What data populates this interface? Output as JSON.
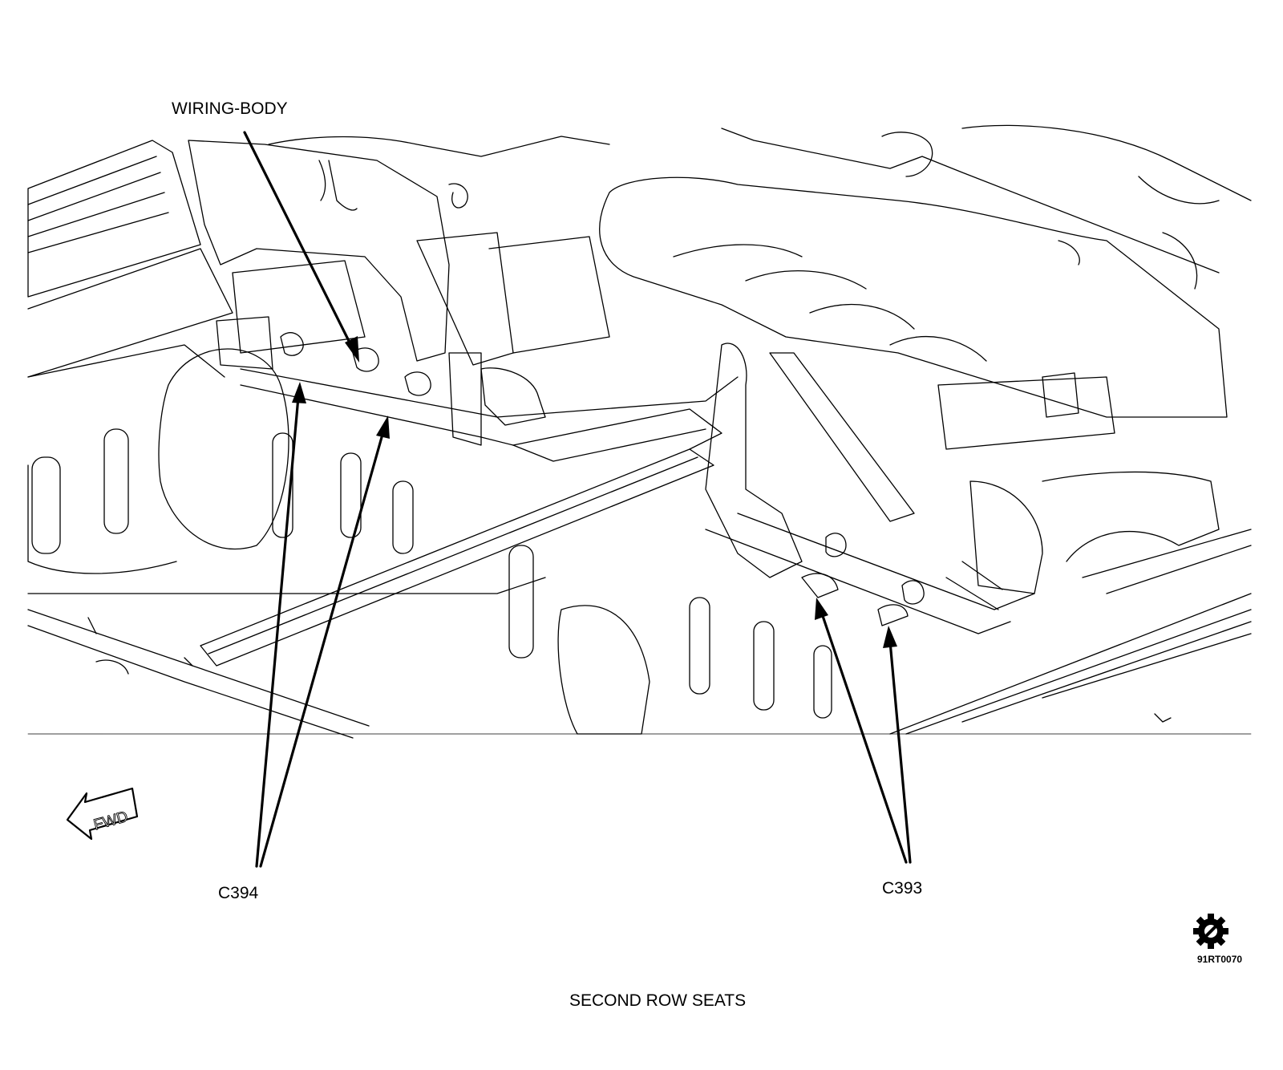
{
  "labels": {
    "wiring_body": "WIRING-BODY",
    "c394": "C394",
    "c393": "C393",
    "fwd": "FWD",
    "figure_code": "91RT0070",
    "caption": "SECOND ROW SEATS"
  },
  "icons": {
    "forward_arrow": "fwd-arrow-icon",
    "manufacturer_logo": "gear-logo-icon"
  },
  "colors": {
    "line": "#000000",
    "background": "#ffffff"
  }
}
